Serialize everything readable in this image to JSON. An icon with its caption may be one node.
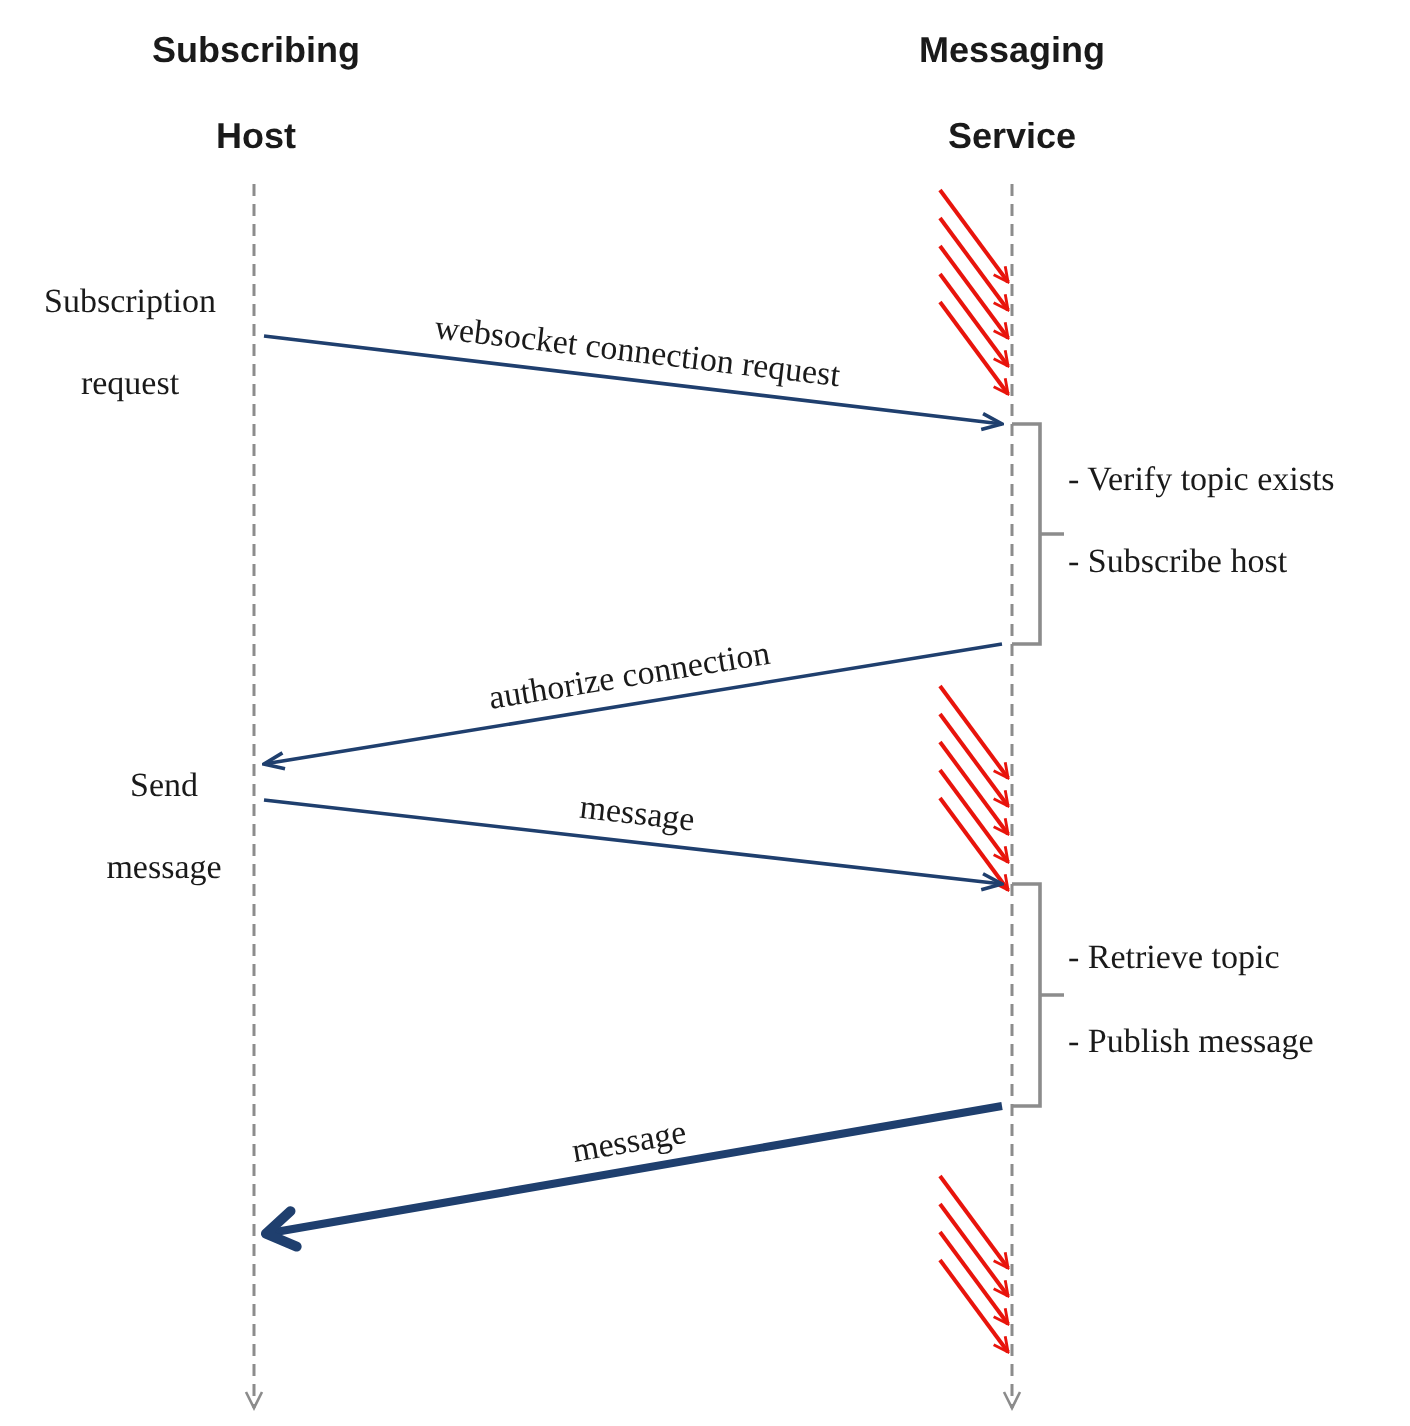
{
  "diagram": {
    "nodes": [
      {
        "text": [],
        "shape": "bar"
      },
      {
        "text": [],
        "shape": "bar"
      }
    ],
    "edges": [
      {
        "from": 0,
        "to": 1,
        "arrow": "to",
        "label": "websocket connection request"
      },
      {
        "from": 1,
        "to": 0,
        "arrow": "to",
        "label": "authorize connection"
      },
      {
        "from": 0,
        "to": 1,
        "arrow": "to",
        "label": "message"
      },
      {
        "from": 1,
        "to": 0,
        "arrow": "to",
        "label": "message",
        "style": "thick"
      }
    ],
    "labels": [
      "Subscribing Host",
      "Messaging Service",
      "Subscription request",
      "- Verify topic exists",
      "- Subscribe host",
      "Send message",
      "- Retrieve topic",
      "- Publish message"
    ]
  }
}
